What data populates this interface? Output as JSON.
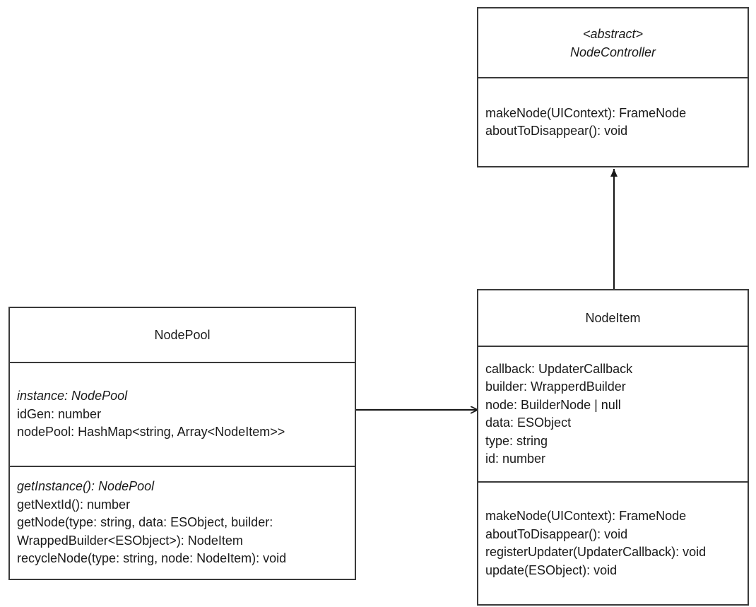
{
  "diagram": {
    "type": "uml-class-diagram",
    "background_color": "#ffffff",
    "line_color": "#3a3a3a",
    "text_color": "#1a1a1a"
  },
  "classes": {
    "node_controller": {
      "stereotype": "<abstract>",
      "name": "NodeController",
      "is_abstract": true,
      "attributes": [],
      "methods": [
        {
          "text": "makeNode(UIContext): FrameNode",
          "static": false
        },
        {
          "text": "aboutToDisappear(): void",
          "static": false
        }
      ]
    },
    "node_pool": {
      "stereotype": "",
      "name": "NodePool",
      "is_abstract": false,
      "attributes": [
        {
          "text": "instance: NodePool",
          "static": true
        },
        {
          "text": "idGen: number",
          "static": false
        },
        {
          "text": "nodePool: HashMap<string, Array<NodeItem>>",
          "static": false
        }
      ],
      "methods": [
        {
          "text": "getInstance(): NodePool",
          "static": true
        },
        {
          "text": "getNextId(): number",
          "static": false
        },
        {
          "text": "getNode(type: string, data: ESObject, builder:\nWrappedBuilder<ESObject>): NodeItem",
          "static": false
        },
        {
          "text": "recycleNode(type: string, node: NodeItem): void",
          "static": false
        }
      ]
    },
    "node_item": {
      "stereotype": "",
      "name": "NodeItem",
      "is_abstract": false,
      "attributes": [
        {
          "text": "callback: UpdaterCallback",
          "static": false
        },
        {
          "text": "builder: WrapperdBuilder",
          "static": false
        },
        {
          "text": "node: BuilderNode | null",
          "static": false
        },
        {
          "text": "data: ESObject",
          "static": false
        },
        {
          "text": "type: string",
          "static": false
        },
        {
          "text": "id: number",
          "static": false
        }
      ],
      "methods": [
        {
          "text": "makeNode(UIContext): FrameNode",
          "static": false
        },
        {
          "text": "aboutToDisappear(): void",
          "static": false
        },
        {
          "text": "registerUpdater(UpdaterCallback): void",
          "static": false
        },
        {
          "text": "update(ESObject): void",
          "static": false
        }
      ]
    }
  },
  "relationships": [
    {
      "kind": "generalization",
      "arrowhead": "filled-triangle",
      "from": "NodeItem",
      "to": "NodeController"
    },
    {
      "kind": "association",
      "arrowhead": "open-arrow",
      "from": "NodePool",
      "to": "NodeItem"
    }
  ]
}
